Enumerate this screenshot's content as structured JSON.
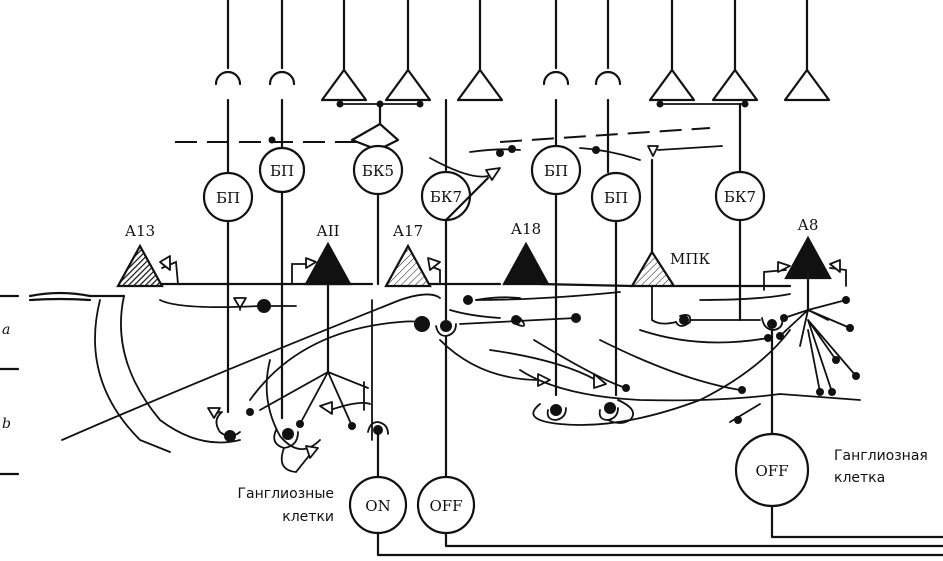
{
  "labels": {
    "bp": "БП",
    "bk5": "БК5",
    "bk7": "БК7",
    "a13": "А13",
    "aii": "АII",
    "a17": "А17",
    "a18": "А18",
    "mpk": "МПК",
    "a8": "А8",
    "on": "ON",
    "off": "OFF",
    "layer_a": "a",
    "layer_b": "b",
    "ganglion_plural_1": "Ганглиозные",
    "ganglion_plural_2": "клетки",
    "ganglion_single_1": "Ганглиозная",
    "ganglion_single_2": "клетка"
  },
  "colors": {
    "ink": "#111111",
    "background": "#ffffff"
  }
}
